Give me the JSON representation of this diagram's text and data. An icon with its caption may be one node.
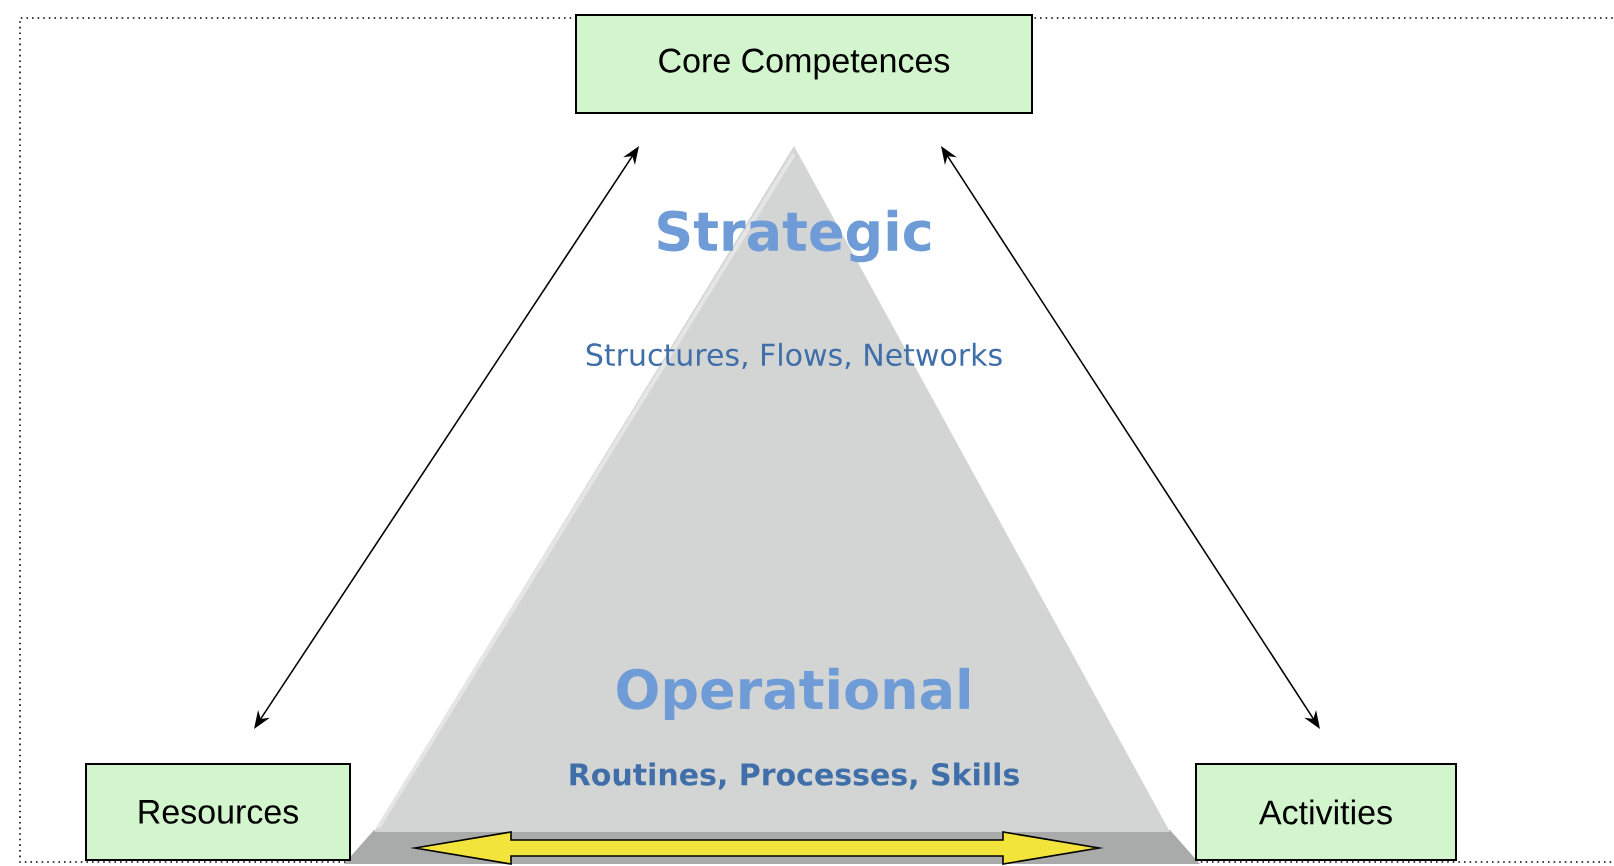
{
  "diagram": {
    "nodes": [
      {
        "text": [
          "Core Competences"
        ]
      },
      {
        "text": [
          "Strategic",
          "Structures, Flows, Networks",
          "Operational",
          "Routines, Processes, Skills"
        ]
      },
      {
        "text": [
          "Resources"
        ]
      },
      {
        "text": [
          "Activities"
        ]
      }
    ],
    "edges": [
      {
        "from": 0,
        "to": 2,
        "arrow": "both"
      },
      {
        "from": 0,
        "to": 3,
        "arrow": "both"
      },
      {
        "from": 2,
        "to": 3,
        "arrow": "both",
        "style": "thick",
        "color": "#f2e43a"
      }
    ]
  }
}
